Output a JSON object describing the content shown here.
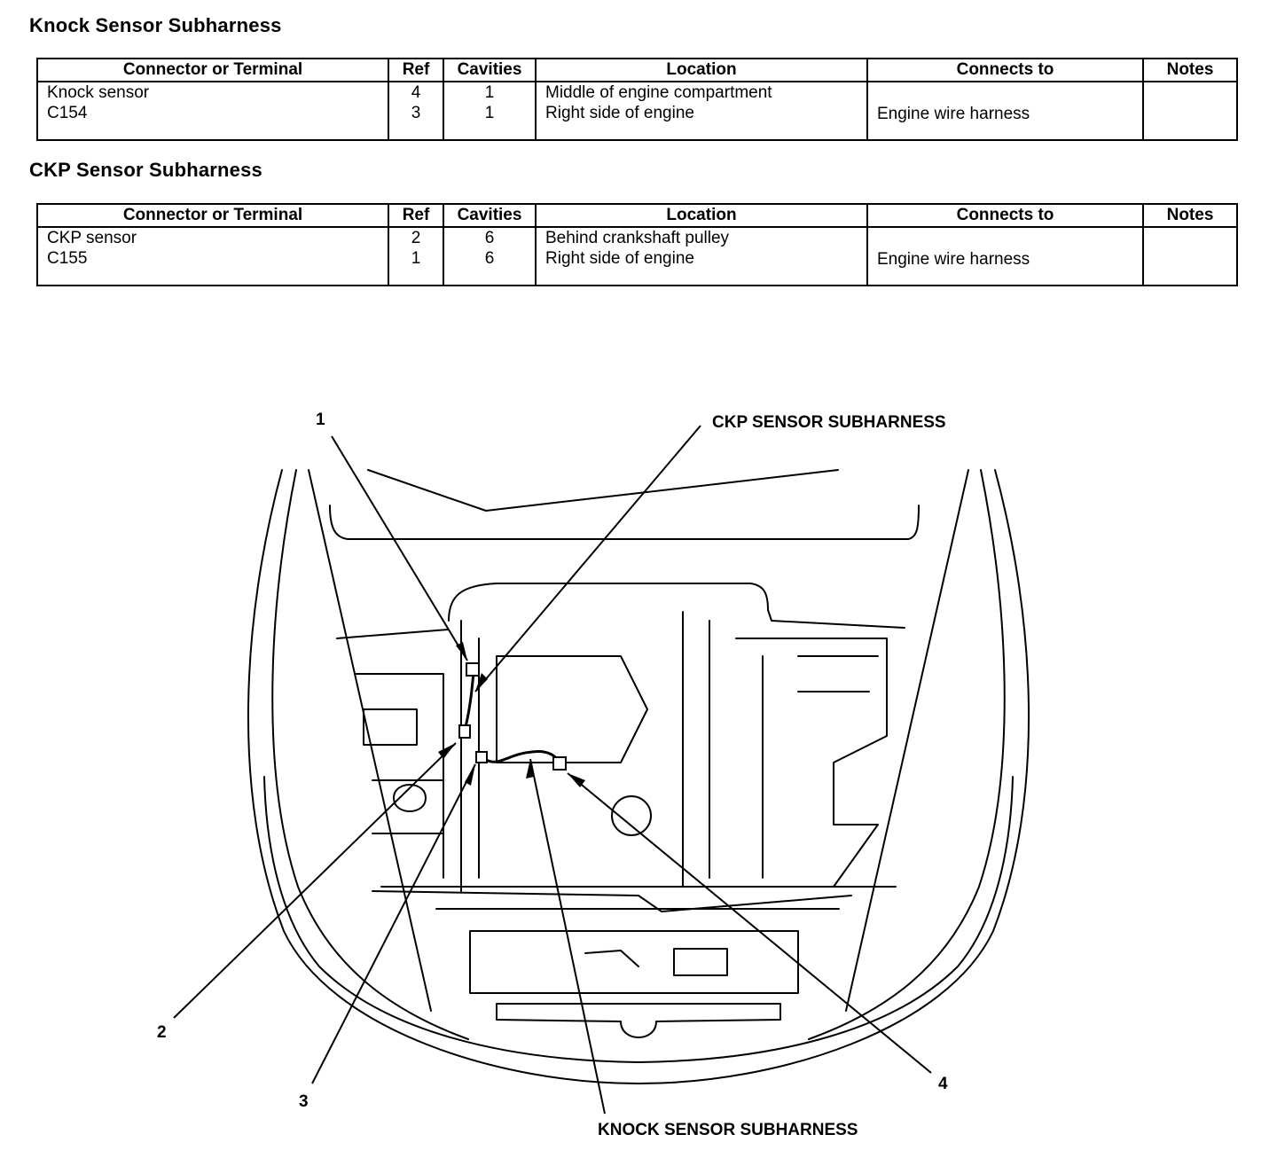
{
  "sections": [
    {
      "title": "Knock Sensor Subharness",
      "headers": [
        "Connector or Terminal",
        "Ref",
        "Cavities",
        "Location",
        "Connects to",
        "Notes"
      ],
      "rows": [
        {
          "connector": "Knock sensor",
          "ref": "4",
          "cavities": "1",
          "location": "Middle of engine compartment",
          "connects_to": "",
          "notes": ""
        },
        {
          "connector": "C154",
          "ref": "3",
          "cavities": "1",
          "location": "Right side of engine",
          "connects_to": "Engine wire harness",
          "notes": ""
        }
      ]
    },
    {
      "title": "CKP Sensor Subharness",
      "headers": [
        "Connector or Terminal",
        "Ref",
        "Cavities",
        "Location",
        "Connects to",
        "Notes"
      ],
      "rows": [
        {
          "connector": "CKP sensor",
          "ref": "2",
          "cavities": "6",
          "location": "Behind crankshaft pulley",
          "connects_to": "",
          "notes": ""
        },
        {
          "connector": "C155",
          "ref": "1",
          "cavities": "6",
          "location": "Right side of engine",
          "connects_to": "Engine wire harness",
          "notes": ""
        }
      ]
    }
  ],
  "diagram": {
    "callouts": {
      "ref1": "1",
      "ref2": "2",
      "ref3": "3",
      "ref4": "4",
      "ckp_subharness": "CKP SENSOR SUBHARNESS",
      "knock_subharness": "KNOCK SENSOR SUBHARNESS"
    }
  }
}
